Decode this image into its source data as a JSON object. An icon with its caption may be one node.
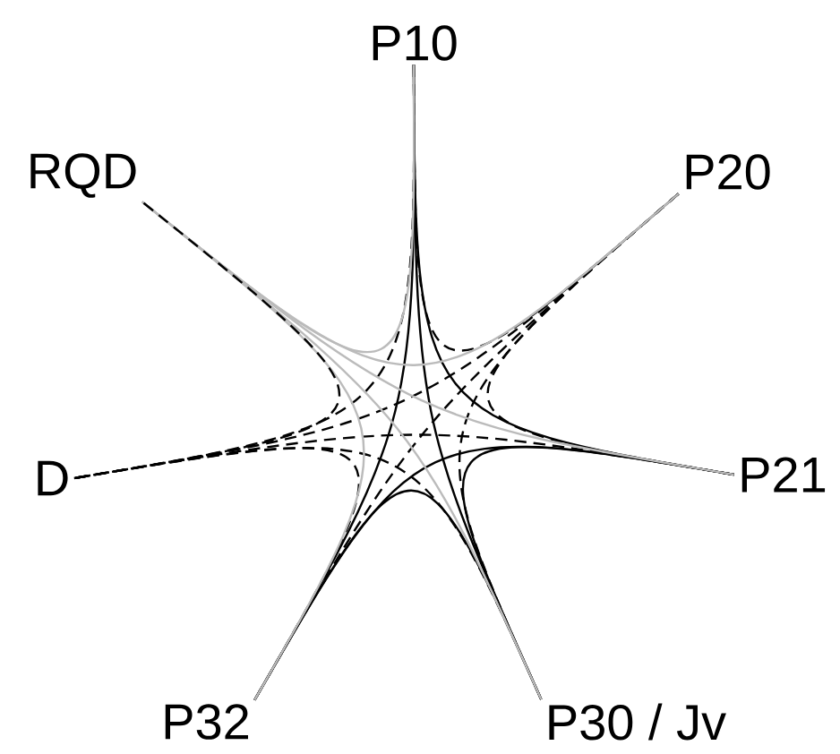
{
  "diagram": {
    "nodes": [
      {
        "text": [
          "P10"
        ]
      },
      {
        "text": [
          "P20"
        ]
      },
      {
        "text": [
          "P21"
        ]
      },
      {
        "text": [
          "P30 / Jv"
        ]
      },
      {
        "text": [
          "P32"
        ]
      },
      {
        "text": [
          "D"
        ]
      },
      {
        "text": [
          "RQD"
        ]
      }
    ],
    "edges": [
      {
        "from": 0,
        "to": 1,
        "arrow": "none",
        "style": "dashed"
      },
      {
        "from": 0,
        "to": 2,
        "arrow": "none"
      },
      {
        "from": 0,
        "to": 3,
        "arrow": "none"
      },
      {
        "from": 0,
        "to": 4,
        "arrow": "none"
      },
      {
        "from": 0,
        "to": 5,
        "arrow": "none",
        "style": "dashed"
      },
      {
        "from": 0,
        "to": 6,
        "arrow": "none",
        "color": "#bbbbbb"
      },
      {
        "from": 1,
        "to": 2,
        "arrow": "none",
        "style": "dashed"
      },
      {
        "from": 1,
        "to": 3,
        "arrow": "none",
        "style": "dashed"
      },
      {
        "from": 1,
        "to": 4,
        "arrow": "none",
        "style": "dashed"
      },
      {
        "from": 1,
        "to": 5,
        "arrow": "none",
        "style": "dashed"
      },
      {
        "from": 1,
        "to": 6,
        "arrow": "none",
        "color": "#bbbbbb"
      },
      {
        "from": 2,
        "to": 3,
        "arrow": "none"
      },
      {
        "from": 2,
        "to": 4,
        "arrow": "none"
      },
      {
        "from": 2,
        "to": 5,
        "arrow": "none",
        "style": "dashed"
      },
      {
        "from": 2,
        "to": 6,
        "arrow": "none",
        "color": "#bbbbbb"
      },
      {
        "from": 3,
        "to": 4,
        "arrow": "none"
      },
      {
        "from": 3,
        "to": 5,
        "arrow": "none",
        "style": "dashed"
      },
      {
        "from": 3,
        "to": 6,
        "arrow": "none",
        "color": "#bbbbbb"
      },
      {
        "from": 4,
        "to": 5,
        "arrow": "none",
        "style": "dashed"
      },
      {
        "from": 4,
        "to": 6,
        "arrow": "none",
        "color": "#bbbbbb"
      },
      {
        "from": 5,
        "to": 6,
        "arrow": "none",
        "style": "dashed"
      }
    ]
  }
}
